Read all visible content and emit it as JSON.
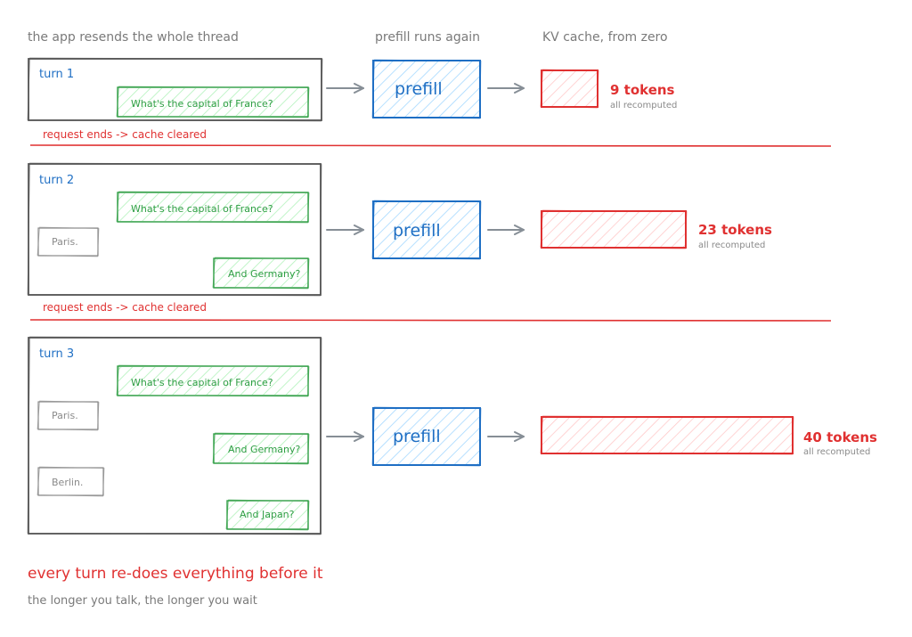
{
  "headers": {
    "left": "the app resends the whole thread",
    "middle": "prefill runs again",
    "right": "KV cache, from zero"
  },
  "turns": [
    {
      "label": "turn 1",
      "messages": [
        {
          "role": "user",
          "text": "What's the capital of France?"
        }
      ],
      "prefill_label": "prefill",
      "cache": {
        "tokens_label": "9 tokens",
        "note": "all recomputed",
        "tokens": 9
      },
      "separator": "request ends -> cache cleared"
    },
    {
      "label": "turn 2",
      "messages": [
        {
          "role": "user",
          "text": "What's the capital of France?"
        },
        {
          "role": "assistant",
          "text": "Paris."
        },
        {
          "role": "user",
          "text": "And Germany?"
        }
      ],
      "prefill_label": "prefill",
      "cache": {
        "tokens_label": "23 tokens",
        "note": "all recomputed",
        "tokens": 23
      },
      "separator": "request ends -> cache cleared"
    },
    {
      "label": "turn 3",
      "messages": [
        {
          "role": "user",
          "text": "What's the capital of France?"
        },
        {
          "role": "assistant",
          "text": "Paris."
        },
        {
          "role": "user",
          "text": "And Germany?"
        },
        {
          "role": "assistant",
          "text": "Berlin."
        },
        {
          "role": "user",
          "text": "And Japan?"
        }
      ],
      "prefill_label": "prefill",
      "cache": {
        "tokens_label": "40 tokens",
        "note": "all recomputed",
        "tokens": 40
      }
    }
  ],
  "conclusion": {
    "title": "every turn re-does everything before it",
    "subtitle": "the longer you talk, the longer you wait"
  },
  "colors": {
    "user": "#2f9e44",
    "user_fill": "#b2f2bb",
    "assistant": "#8a8a8a",
    "prefill": "#1f6fc4",
    "prefill_fill": "#a5d8ff",
    "cache": "#e03131",
    "cache_fill": "#ffc9c9",
    "frame": "#555555",
    "arrow": "#868e96"
  }
}
